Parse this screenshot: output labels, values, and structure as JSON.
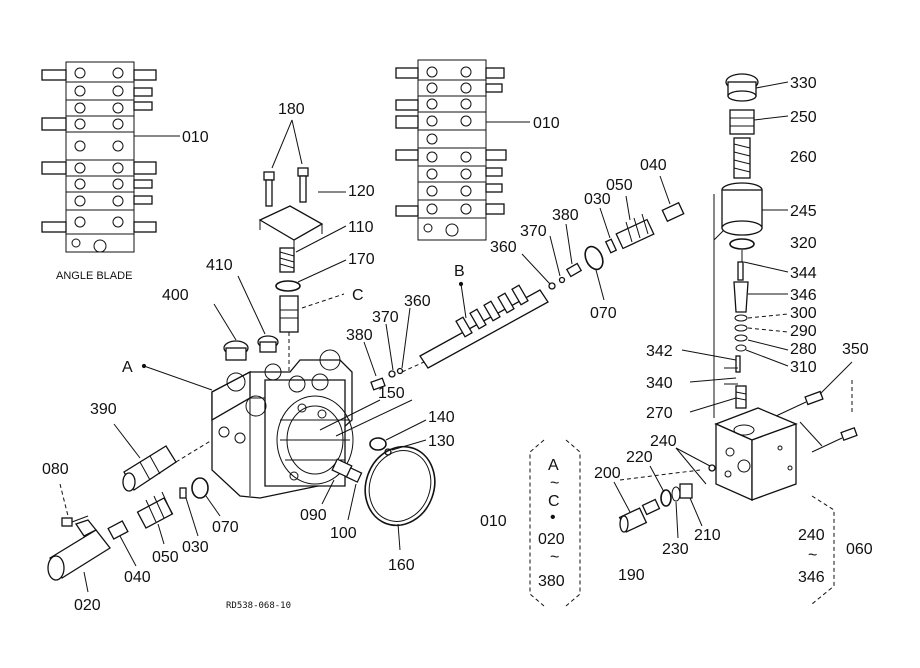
{
  "diagram": {
    "drawing_code": "RD538-068-10",
    "left_schematic_caption": "ANGLE BLADE",
    "callouts": {
      "c010_left": "010",
      "c010_right": "010",
      "c010_bottom": "010",
      "c180": "180",
      "c120": "120",
      "c110": "110",
      "c170": "170",
      "cC": "C",
      "c410": "410",
      "c400": "400",
      "cA": "A",
      "c380_left": "380",
      "c370_left": "370",
      "c360_left": "360",
      "c150": "150",
      "c140": "140",
      "c130": "130",
      "c390": "390",
      "c080": "080",
      "c070_left": "070",
      "c030_left": "030",
      "c050_left": "050",
      "c040_left": "040",
      "c020": "020",
      "c090": "090",
      "c100": "100",
      "c160": "160",
      "cB": "B",
      "c360_mid": "360",
      "c370_mid": "370",
      "c380_mid": "380",
      "c030_mid": "030",
      "c050_mid": "050",
      "c040_mid": "040",
      "c070_mid": "070",
      "c330": "330",
      "c250": "250",
      "c260": "260",
      "c245": "245",
      "c320": "320",
      "c344": "344",
      "c346": "346",
      "c300": "300",
      "c290": "290",
      "c280": "280",
      "c310": "310",
      "c342": "342",
      "c340": "340",
      "c270": "270",
      "c350": "350",
      "c240": "240",
      "c200": "200",
      "c220": "220",
      "c210": "210",
      "c230": "230",
      "c190": "190",
      "c060": "060",
      "range_top": "240",
      "range_tilde": "~",
      "range_bottom": "346"
    },
    "legend_box": {
      "a": "A",
      "tilde1": "~",
      "c": "C",
      "dot": "•",
      "from": "020",
      "tilde2": "~",
      "to": "380"
    }
  }
}
